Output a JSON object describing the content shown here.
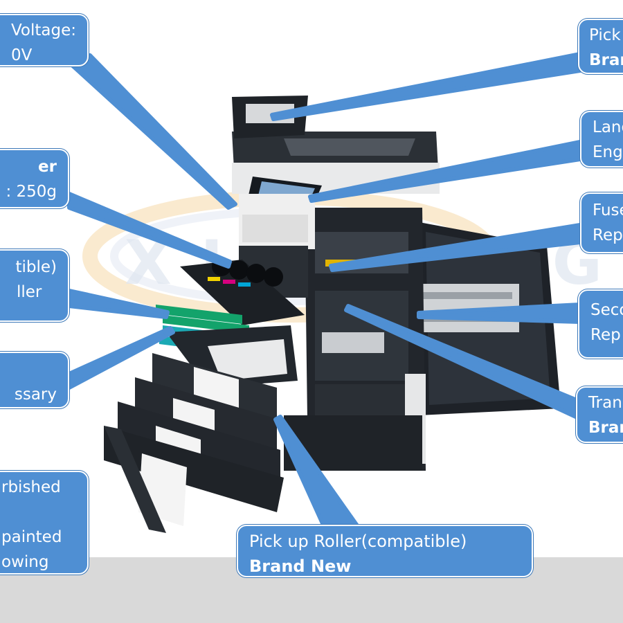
{
  "brand_watermark": "XINMING",
  "colors": {
    "callout_bg": "#4f8fd3",
    "leader_line": "#4f8fd3",
    "floor": "#d9d9d9",
    "watermark": "#f3c98a"
  },
  "callouts": {
    "voltage": {
      "line1": "Voltage:",
      "line2": "0V"
    },
    "pick_top": {
      "line1": "Pick",
      "line2": "Bran"
    },
    "toner": {
      "line1": "er",
      "line2": ": 250g"
    },
    "language": {
      "line1": "Lang",
      "line2": "Eng"
    },
    "fuser": {
      "line1": "Fuse",
      "line2": "Rep"
    },
    "roller_left": {
      "line1": "tible)",
      "line2": "ller"
    },
    "second": {
      "line1": "Seco",
      "line2": "Rep"
    },
    "accessory": {
      "line1": "",
      "line2": "ssary"
    },
    "transfer": {
      "line1": "Tran",
      "line2": "Bran"
    },
    "refurbished": {
      "line1": "rbished",
      "line2": "",
      "line3": "painted",
      "line4": "owing"
    },
    "pickup_bottom": {
      "line1": "Pick up Roller(compatible)",
      "line2": "Brand New"
    }
  }
}
